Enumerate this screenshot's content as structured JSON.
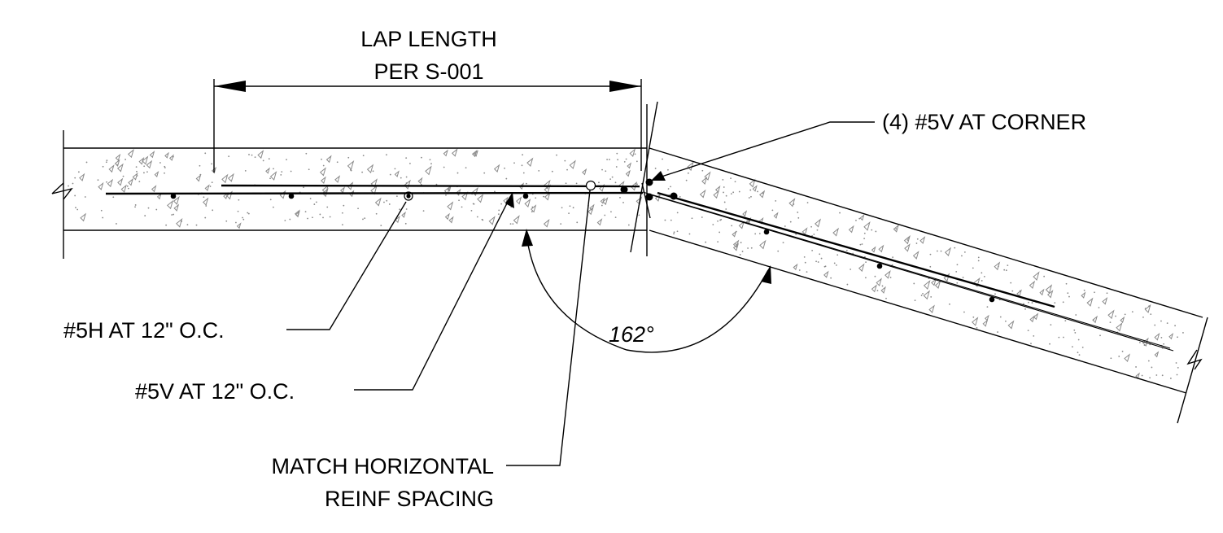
{
  "dimension": {
    "line1": "LAP LENGTH",
    "line2": "PER S-001"
  },
  "callouts": {
    "corner": "(4) #5V AT CORNER",
    "horizontal": "#5H AT 12\" O.C.",
    "vertical": "#5V AT 12\" O.C.",
    "match_line1": "MATCH HORIZONTAL",
    "match_line2": "REINF SPACING"
  },
  "angle": {
    "label": "162°"
  }
}
